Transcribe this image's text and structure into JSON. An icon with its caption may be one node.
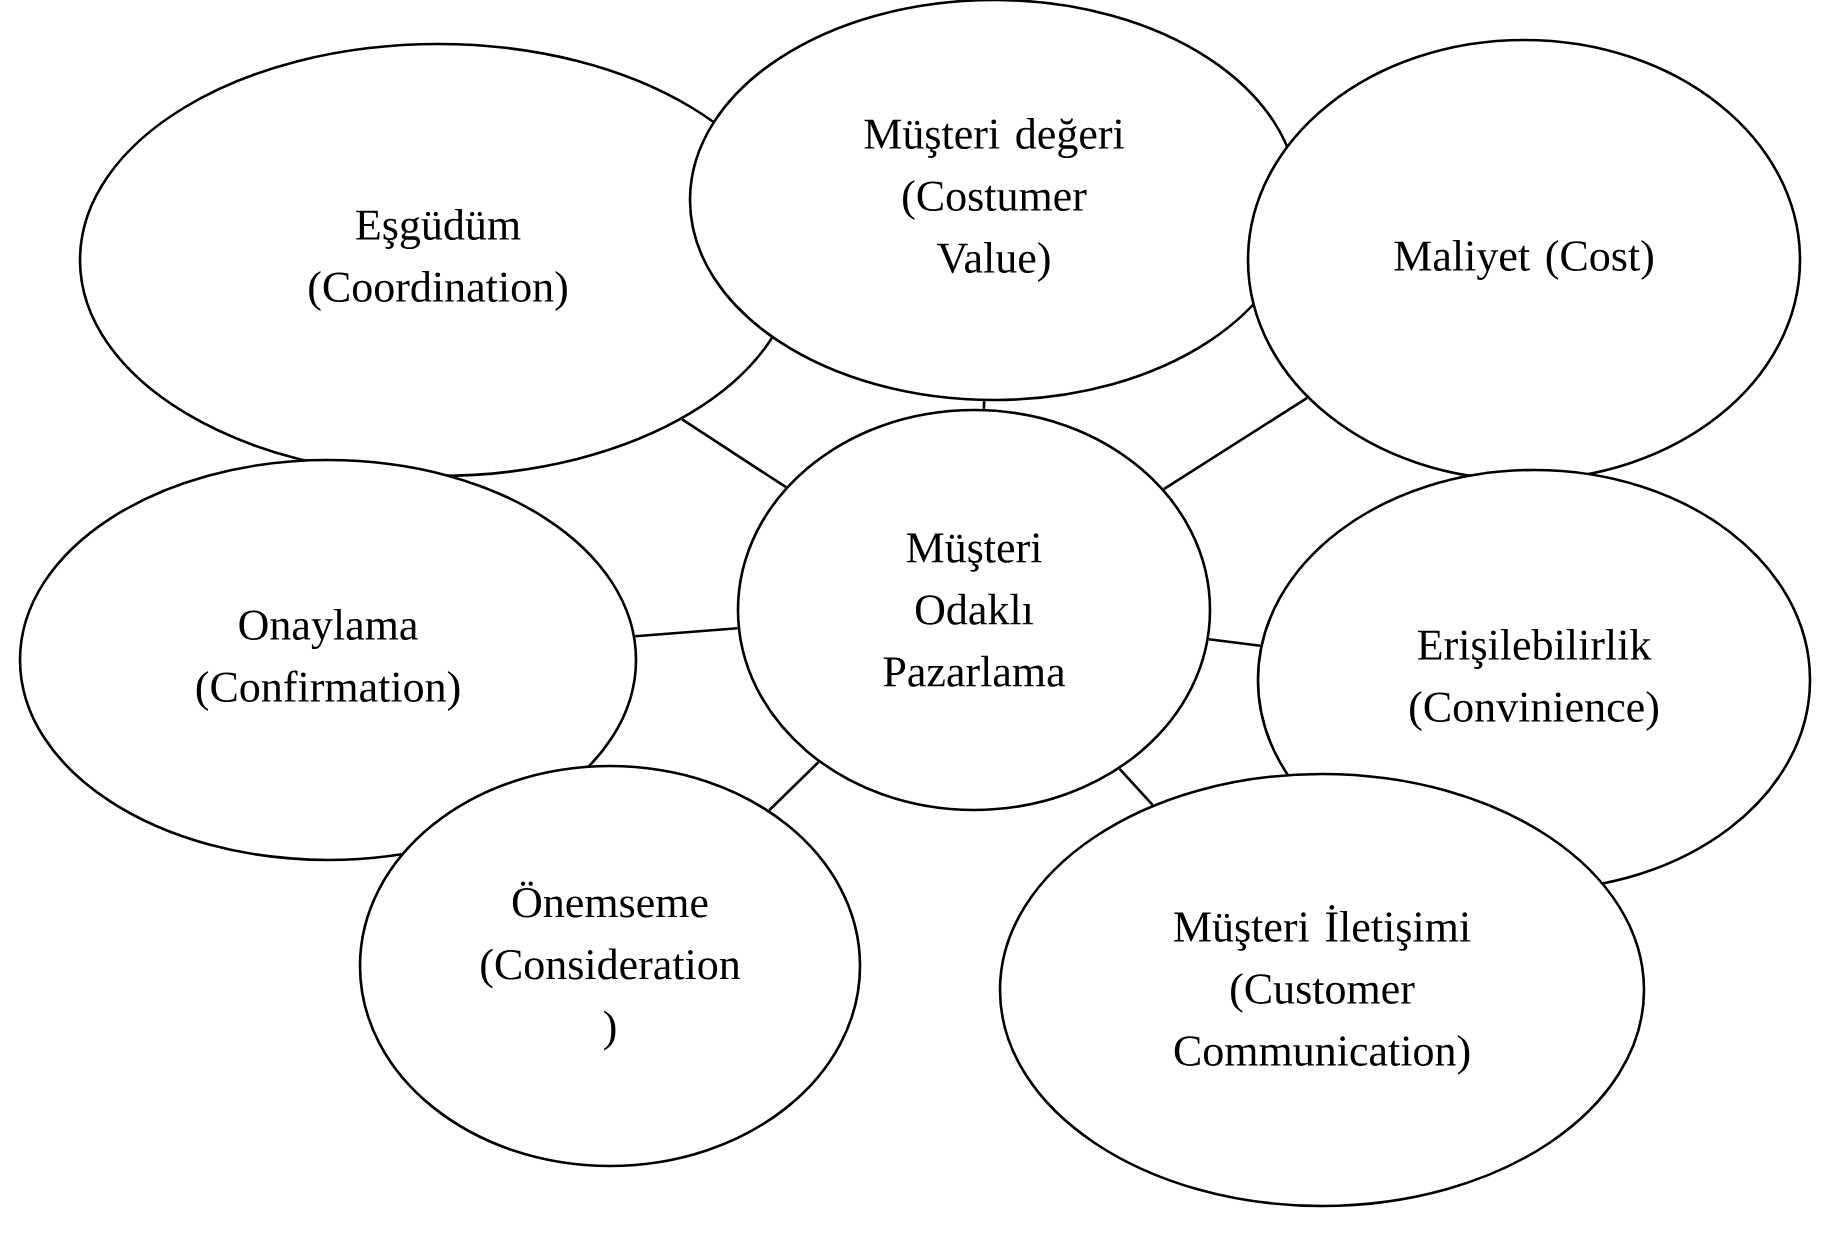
{
  "diagram": {
    "nodes": [
      {
        "text": [
          "Eşgüdüm (Coordination)"
        ]
      },
      {
        "text": [
          "Müşteri değeri (Costumer Value)"
        ]
      },
      {
        "text": [
          "Maliyet (Cost)"
        ]
      },
      {
        "text": [
          "Müşteri Odaklı Pazarlama"
        ]
      },
      {
        "text": [
          "Onaylama (Confirmation)"
        ]
      },
      {
        "text": [
          "Erişilebilirlik (Convinience)"
        ]
      },
      {
        "text": [
          "Önemseme (Consideration )"
        ]
      },
      {
        "text": [
          "Müşteri İletişimi (Customer Communication)"
        ]
      }
    ],
    "edges": [
      {
        "from": 3,
        "to": 0,
        "arrow": "none"
      },
      {
        "from": 3,
        "to": 1,
        "arrow": "none"
      },
      {
        "from": 3,
        "to": 2,
        "arrow": "none"
      },
      {
        "from": 3,
        "to": 4,
        "arrow": "none"
      },
      {
        "from": 3,
        "to": 5,
        "arrow": "none"
      },
      {
        "from": 3,
        "to": 6,
        "arrow": "none"
      },
      {
        "from": 3,
        "to": 7,
        "arrow": "none"
      }
    ]
  }
}
